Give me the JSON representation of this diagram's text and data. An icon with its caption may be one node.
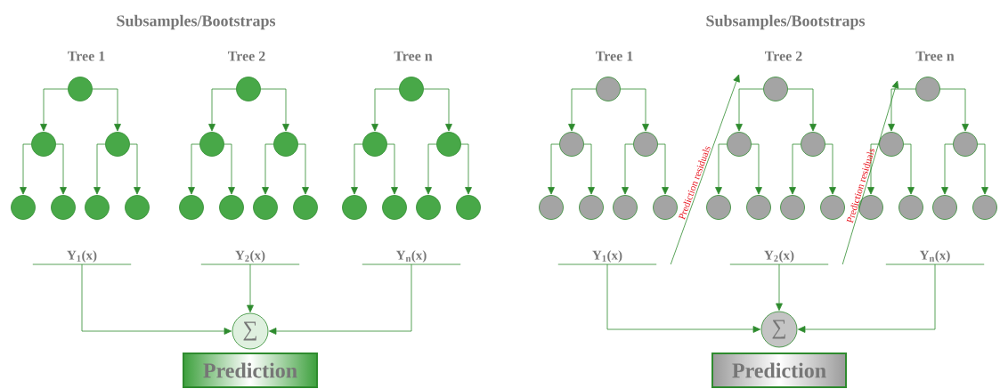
{
  "diagram": {
    "nodes": [
      {
        "text": [],
        "shape": "circle"
      },
      {
        "text": [],
        "shape": "circle"
      },
      {
        "text": [],
        "shape": "circle"
      },
      {
        "text": [],
        "shape": "circle"
      },
      {
        "text": [],
        "shape": "circle"
      },
      {
        "text": [],
        "shape": "circle"
      },
      {
        "text": [],
        "shape": "circle"
      },
      {
        "text": [],
        "shape": "circle"
      },
      {
        "text": [],
        "shape": "circle"
      },
      {
        "text": [],
        "shape": "circle"
      },
      {
        "text": [],
        "shape": "circle"
      },
      {
        "text": [],
        "shape": "circle"
      },
      {
        "text": [],
        "shape": "circle"
      },
      {
        "text": [],
        "shape": "circle"
      },
      {
        "text": [],
        "shape": "circle"
      },
      {
        "text": [],
        "shape": "circle"
      },
      {
        "text": [],
        "shape": "circle"
      },
      {
        "text": [],
        "shape": "circle"
      },
      {
        "text": [],
        "shape": "circle"
      },
      {
        "text": [],
        "shape": "circle"
      },
      {
        "text": [],
        "shape": "circle"
      },
      {
        "text": [
          "Y$_{1}$(x)"
        ]
      },
      {
        "text": [
          "Y$_{2}$(x)"
        ]
      },
      {
        "text": [
          "Y$_{n}$(x)"
        ]
      },
      {
        "text": [
          "∑"
        ]
      },
      {
        "text": [
          "Prediction"
        ]
      },
      {
        "text": [],
        "shape": "circle"
      },
      {
        "text": [],
        "shape": "circle"
      },
      {
        "text": [],
        "shape": "circle"
      },
      {
        "text": [],
        "shape": "circle"
      },
      {
        "text": [],
        "shape": "circle"
      },
      {
        "text": [],
        "shape": "circle"
      },
      {
        "text": [],
        "shape": "circle"
      },
      {
        "text": [],
        "shape": "circle"
      },
      {
        "text": [],
        "shape": "circle"
      },
      {
        "text": [],
        "shape": "circle"
      },
      {
        "text": [],
        "shape": "circle"
      },
      {
        "text": [],
        "shape": "circle"
      },
      {
        "text": [],
        "shape": "circle"
      },
      {
        "text": [],
        "shape": "circle"
      },
      {
        "text": [],
        "shape": "circle"
      },
      {
        "text": [],
        "shape": "circle"
      },
      {
        "text": [],
        "shape": "circle"
      },
      {
        "text": [],
        "shape": "circle"
      },
      {
        "text": [],
        "shape": "circle"
      },
      {
        "text": [],
        "shape": "circle"
      },
      {
        "text": [],
        "shape": "circle"
      },
      {
        "text": [
          "Y$_{1}$(x)"
        ]
      },
      {
        "text": [
          "Y$_{2}$(x)"
        ]
      },
      {
        "text": [
          "Y$_{n}$(x)"
        ]
      },
      {
        "text": [
          "∑"
        ]
      },
      {
        "text": [
          "Prediction"
        ]
      }
    ],
    "edges": [
      {
        "from": 0,
        "to": 1,
        "arrow": "to"
      },
      {
        "from": 0,
        "to": 2,
        "arrow": "to"
      },
      {
        "from": 1,
        "to": 3,
        "arrow": "to"
      },
      {
        "from": 1,
        "to": 4,
        "arrow": "to"
      },
      {
        "from": 2,
        "to": 5,
        "arrow": "to"
      },
      {
        "from": 2,
        "to": 6,
        "arrow": "to"
      },
      {
        "from": 7,
        "to": 8,
        "arrow": "to"
      },
      {
        "from": 7,
        "to": 9,
        "arrow": "to"
      },
      {
        "from": 8,
        "to": 10,
        "arrow": "to"
      },
      {
        "from": 8,
        "to": 11,
        "arrow": "to"
      },
      {
        "from": 9,
        "to": 12,
        "arrow": "to"
      },
      {
        "from": 9,
        "to": 13,
        "arrow": "to"
      },
      {
        "from": 14,
        "to": 15,
        "arrow": "to"
      },
      {
        "from": 14,
        "to": 16,
        "arrow": "to"
      },
      {
        "from": 15,
        "to": 17,
        "arrow": "to"
      },
      {
        "from": 15,
        "to": 18,
        "arrow": "to"
      },
      {
        "from": 16,
        "to": 19,
        "arrow": "to"
      },
      {
        "from": 16,
        "to": 20,
        "arrow": "to"
      },
      {
        "from": 21,
        "to": 24,
        "arrow": "to"
      },
      {
        "from": 22,
        "to": 24,
        "arrow": "to"
      },
      {
        "from": 23,
        "to": 24,
        "arrow": "to"
      },
      {
        "from": 26,
        "to": 27,
        "arrow": "to"
      },
      {
        "from": 26,
        "to": 28,
        "arrow": "to"
      },
      {
        "from": 27,
        "to": 29,
        "arrow": "to"
      },
      {
        "from": 27,
        "to": 30,
        "arrow": "to"
      },
      {
        "from": 28,
        "to": 31,
        "arrow": "to"
      },
      {
        "from": 28,
        "to": 32,
        "arrow": "to"
      },
      {
        "from": 33,
        "to": 34,
        "arrow": "to"
      },
      {
        "from": 33,
        "to": 35,
        "arrow": "to"
      },
      {
        "from": 34,
        "to": 36,
        "arrow": "to"
      },
      {
        "from": 34,
        "to": 37,
        "arrow": "to"
      },
      {
        "from": 35,
        "to": 38,
        "arrow": "to"
      },
      {
        "from": 35,
        "to": 39,
        "arrow": "to"
      },
      {
        "from": 40,
        "to": 41,
        "arrow": "to"
      },
      {
        "from": 40,
        "to": 42,
        "arrow": "to"
      },
      {
        "from": 41,
        "to": 43,
        "arrow": "to"
      },
      {
        "from": 41,
        "to": 44,
        "arrow": "to"
      },
      {
        "from": 42,
        "to": 45,
        "arrow": "to"
      },
      {
        "from": 42,
        "to": 46,
        "arrow": "to"
      },
      {
        "from": 47,
        "to": 50,
        "arrow": "to"
      },
      {
        "from": 48,
        "to": 50,
        "arrow": "to"
      },
      {
        "from": 49,
        "to": 50,
        "arrow": "to"
      },
      {
        "from": 47,
        "to": null,
        "arrow": "to",
        "label": "Prediction residuals"
      },
      {
        "from": 48,
        "to": null,
        "arrow": "to",
        "label": "Prediction residuals"
      }
    ],
    "labels": [
      "Subsamples/Bootstraps",
      "Tree 1",
      "Tree 2",
      "Tree n",
      "Subsamples/Bootstraps",
      "Tree 1",
      "Tree 2",
      "Tree n"
    ]
  }
}
